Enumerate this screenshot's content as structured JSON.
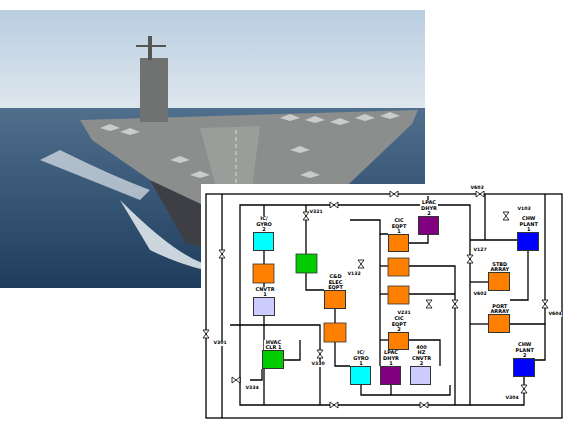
{
  "diagram": {
    "nodes": [
      {
        "text": [
          "LPAC DHYR 2"
        ]
      },
      {
        "text": [
          "IC/ GYRO 2"
        ]
      },
      {
        "text": [
          "CHW PLANT 1"
        ]
      },
      {
        "text": [
          "CIC EQPT 1"
        ]
      },
      {
        "text": [
          "STBD ARRAY"
        ]
      },
      {
        "text": [
          "C&D ELEC EQPT"
        ]
      },
      {
        "text": [
          "CNVTR 1"
        ]
      },
      {
        "text": [
          "PORT ARRAY"
        ]
      },
      {
        "text": [
          "CIC EQPT 2"
        ]
      },
      {
        "text": [
          "HVAC CLR 1"
        ]
      },
      {
        "text": [
          "CHW PLANT 2"
        ]
      },
      {
        "text": [
          "IC/ GYRO 1"
        ]
      },
      {
        "text": [
          "LPAC DHYR 1"
        ]
      },
      {
        "text": [
          "400 HZ CNVTR 2"
        ]
      }
    ],
    "labels": [
      "V603",
      "V321",
      "V103",
      "V127",
      "V132",
      "V602",
      "V231",
      "V301",
      "V604",
      "V330",
      "V334",
      "V304"
    ]
  }
}
